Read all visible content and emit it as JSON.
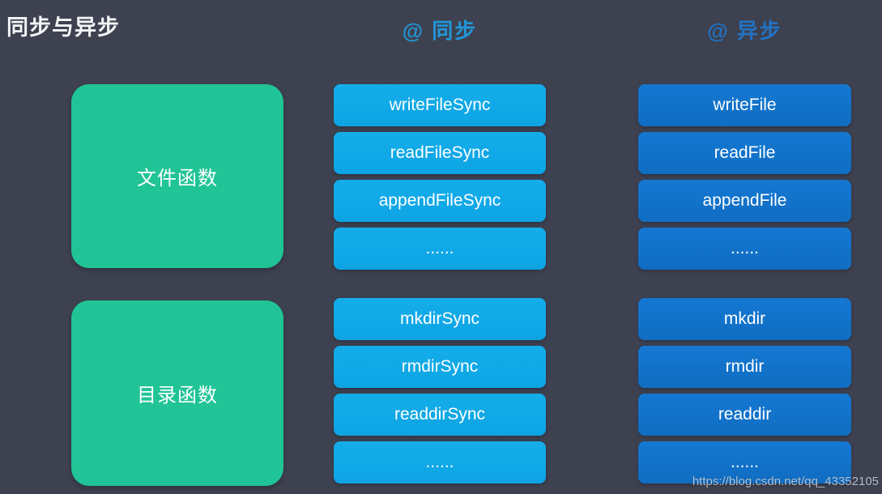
{
  "title": "同步与异步",
  "watermark": "https://blog.csdn.net/qq_43352105",
  "colors": {
    "background": "#3d4150",
    "category_box": "#20c496",
    "sync_box": "#0faae8",
    "async_box": "#1273c9",
    "sync_header_text": "#2196d8",
    "async_header_text": "#2272c2",
    "box_text": "#ffffff"
  },
  "columns": {
    "sync_header": "@ 同步",
    "async_header": "@ 异步"
  },
  "groups": [
    {
      "category": "文件函数",
      "sync": [
        "writeFileSync",
        "readFileSync",
        "appendFileSync",
        "......"
      ],
      "async": [
        "writeFile",
        "readFile",
        "appendFile",
        "......"
      ]
    },
    {
      "category": "目录函数",
      "sync": [
        "mkdirSync",
        "rmdirSync",
        "readdirSync",
        "......"
      ],
      "async": [
        "mkdir",
        "rmdir",
        "readdir",
        "......"
      ]
    }
  ]
}
